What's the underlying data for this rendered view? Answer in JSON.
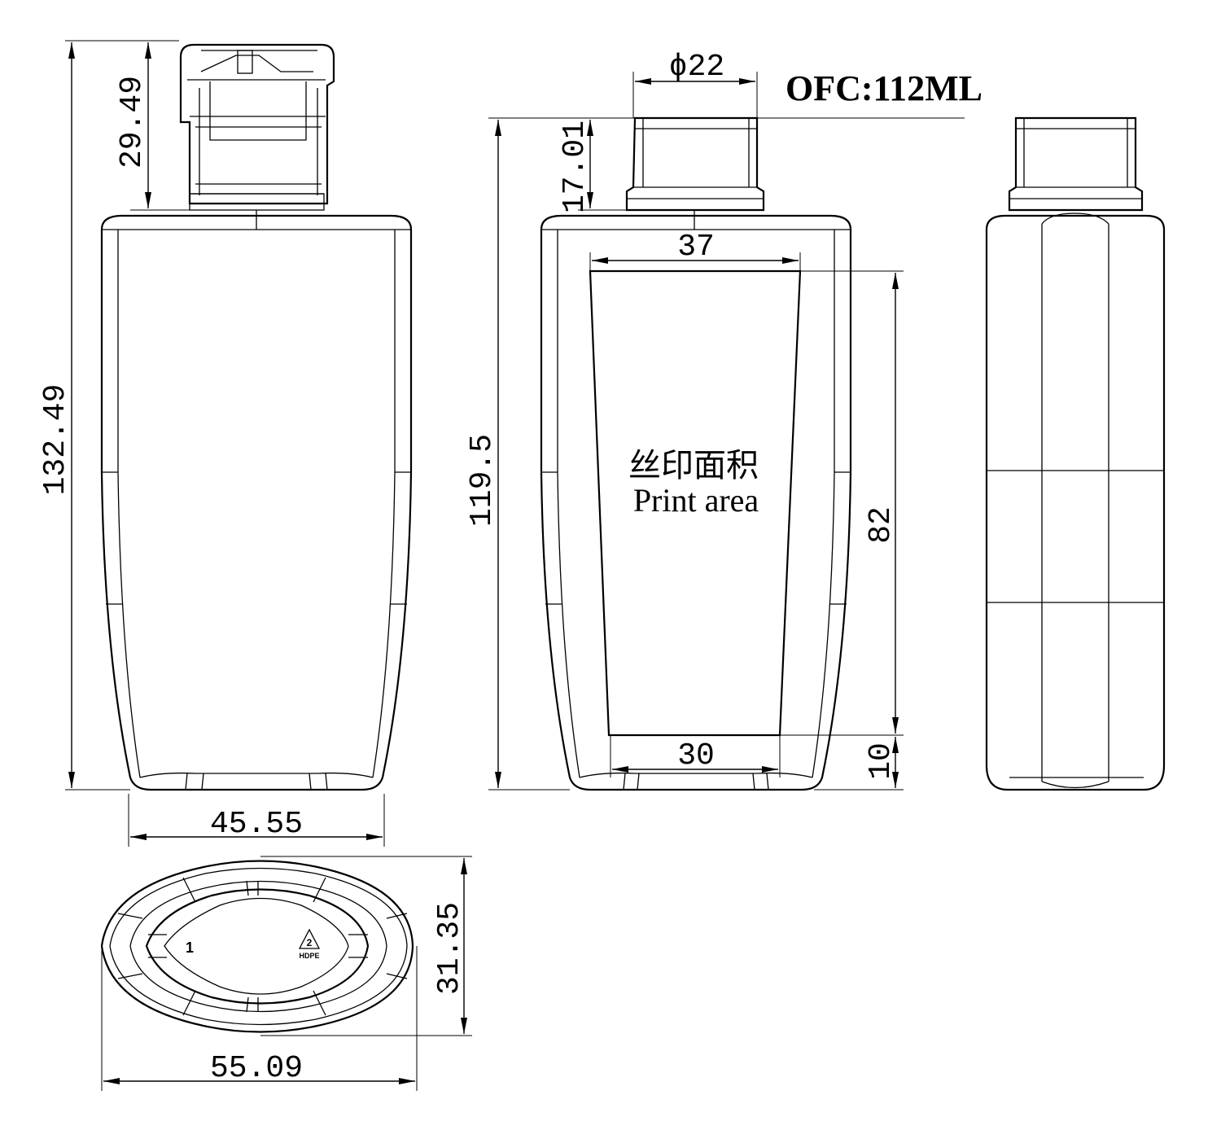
{
  "title": {
    "capacity": "OFC:112ML"
  },
  "front_view": {
    "overall_height": "132.49",
    "cap_height": "29.49",
    "base_width": "45.55"
  },
  "side_view": {
    "neck_diameter": "ϕ22",
    "body_height": "119.5",
    "neck_height": "17.01",
    "print_top_width": "37",
    "print_bottom_width": "30",
    "print_height": "82",
    "print_bottom_offset": "10",
    "print_label_cn": "丝印面积",
    "print_label_en": "Print area"
  },
  "bottom_view": {
    "depth": "31.35",
    "width": "55.09",
    "cavity_number": "1",
    "recycle_code": "2",
    "material": "HDPE"
  }
}
